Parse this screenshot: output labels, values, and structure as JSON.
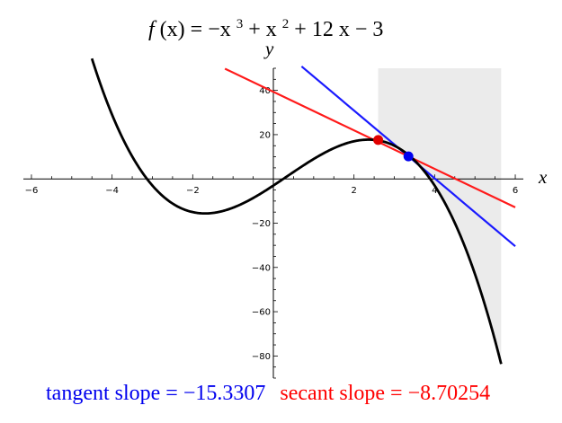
{
  "chart_data": {
    "type": "line",
    "title_parts": {
      "fx": "f",
      "x_left": "(x) = −x",
      "exp1": "3",
      "mid": " + x",
      "exp2": "2",
      "tail": " + 12 x − 3"
    },
    "xlabel": "x",
    "ylabel": "y",
    "xlim": [
      -6.2,
      6.2
    ],
    "ylim": [
      -90,
      50
    ],
    "x_ticks": [
      {
        "value": -6,
        "label": "−6"
      },
      {
        "value": -4,
        "label": "−4"
      },
      {
        "value": -2,
        "label": "−2"
      },
      {
        "value": 2,
        "label": "2"
      },
      {
        "value": 4,
        "label": "4"
      },
      {
        "value": 6,
        "label": "6"
      }
    ],
    "y_ticks": [
      {
        "value": 40,
        "label": "40"
      },
      {
        "value": 20,
        "label": "20"
      },
      {
        "value": -20,
        "label": "−20"
      },
      {
        "value": -40,
        "label": "−40"
      },
      {
        "value": -60,
        "label": "−60"
      },
      {
        "value": -80,
        "label": "−80"
      }
    ],
    "x_minor_step": 0.5,
    "y_minor_step": 5,
    "function": {
      "name": "f(x)",
      "coefficients": [
        -1,
        1,
        12,
        -3
      ],
      "x_range": [
        -4.5,
        5.65
      ],
      "color": "#000000"
    },
    "points": [
      {
        "name": "secant-point",
        "x": 2.6,
        "y": 17.6,
        "color": "#e00000"
      },
      {
        "name": "tangent-point",
        "x": 3.35,
        "y": 10.2,
        "color": "#0000ee"
      }
    ],
    "lines": [
      {
        "name": "tangent-line",
        "color": "#1a1aff",
        "through": {
          "x": 3.35,
          "y": 10.2
        },
        "slope": -15.3307,
        "x_range": [
          0.7,
          6
        ]
      },
      {
        "name": "secant-line",
        "color": "#ff1a1a",
        "through": {
          "x": 3.35,
          "y": 10.2
        },
        "slope": -8.70254,
        "x_range": [
          -1.2,
          6
        ]
      }
    ],
    "shaded_region": {
      "x_range": [
        2.6,
        5.65
      ],
      "color": "#ebebeb"
    },
    "footer": {
      "tangent_label": "tangent slope = ",
      "tangent_value": "−15.3307",
      "secant_label": "secant slope = ",
      "secant_value": " −8.70254",
      "tangent_color": "#0000ee",
      "secant_color": "#ff0000"
    }
  }
}
